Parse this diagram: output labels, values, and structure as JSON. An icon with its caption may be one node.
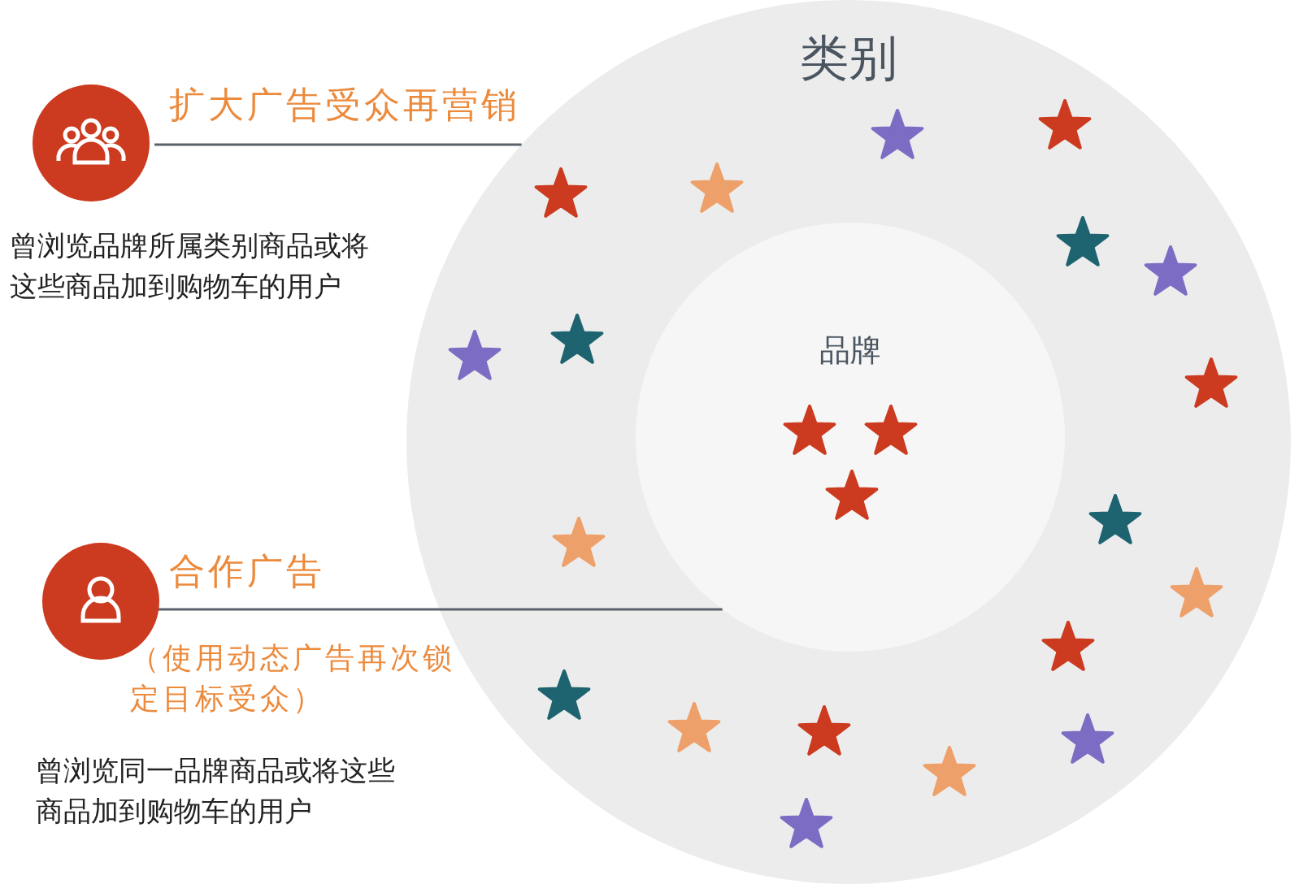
{
  "diagram": {
    "nodes": [
      {
        "text": [
          "类别"
        ]
      },
      {
        "text": [
          "品牌"
        ],
        "in": 0
      },
      {
        "text": [
          "扩大广告受众再营销",
          "曾浏览品牌所属类别商品或将这些商品加到购物车的用户"
        ]
      },
      {
        "text": [
          "合作广告",
          "（使用动态广告再次锁定目标受众）",
          "曾浏览同一品牌商品或将这些商品加到购物车的用户"
        ]
      }
    ],
    "edges": [
      {
        "from": 2,
        "to": 0,
        "arrow": "none"
      },
      {
        "from": 3,
        "to": 1,
        "arrow": "none"
      }
    ]
  }
}
